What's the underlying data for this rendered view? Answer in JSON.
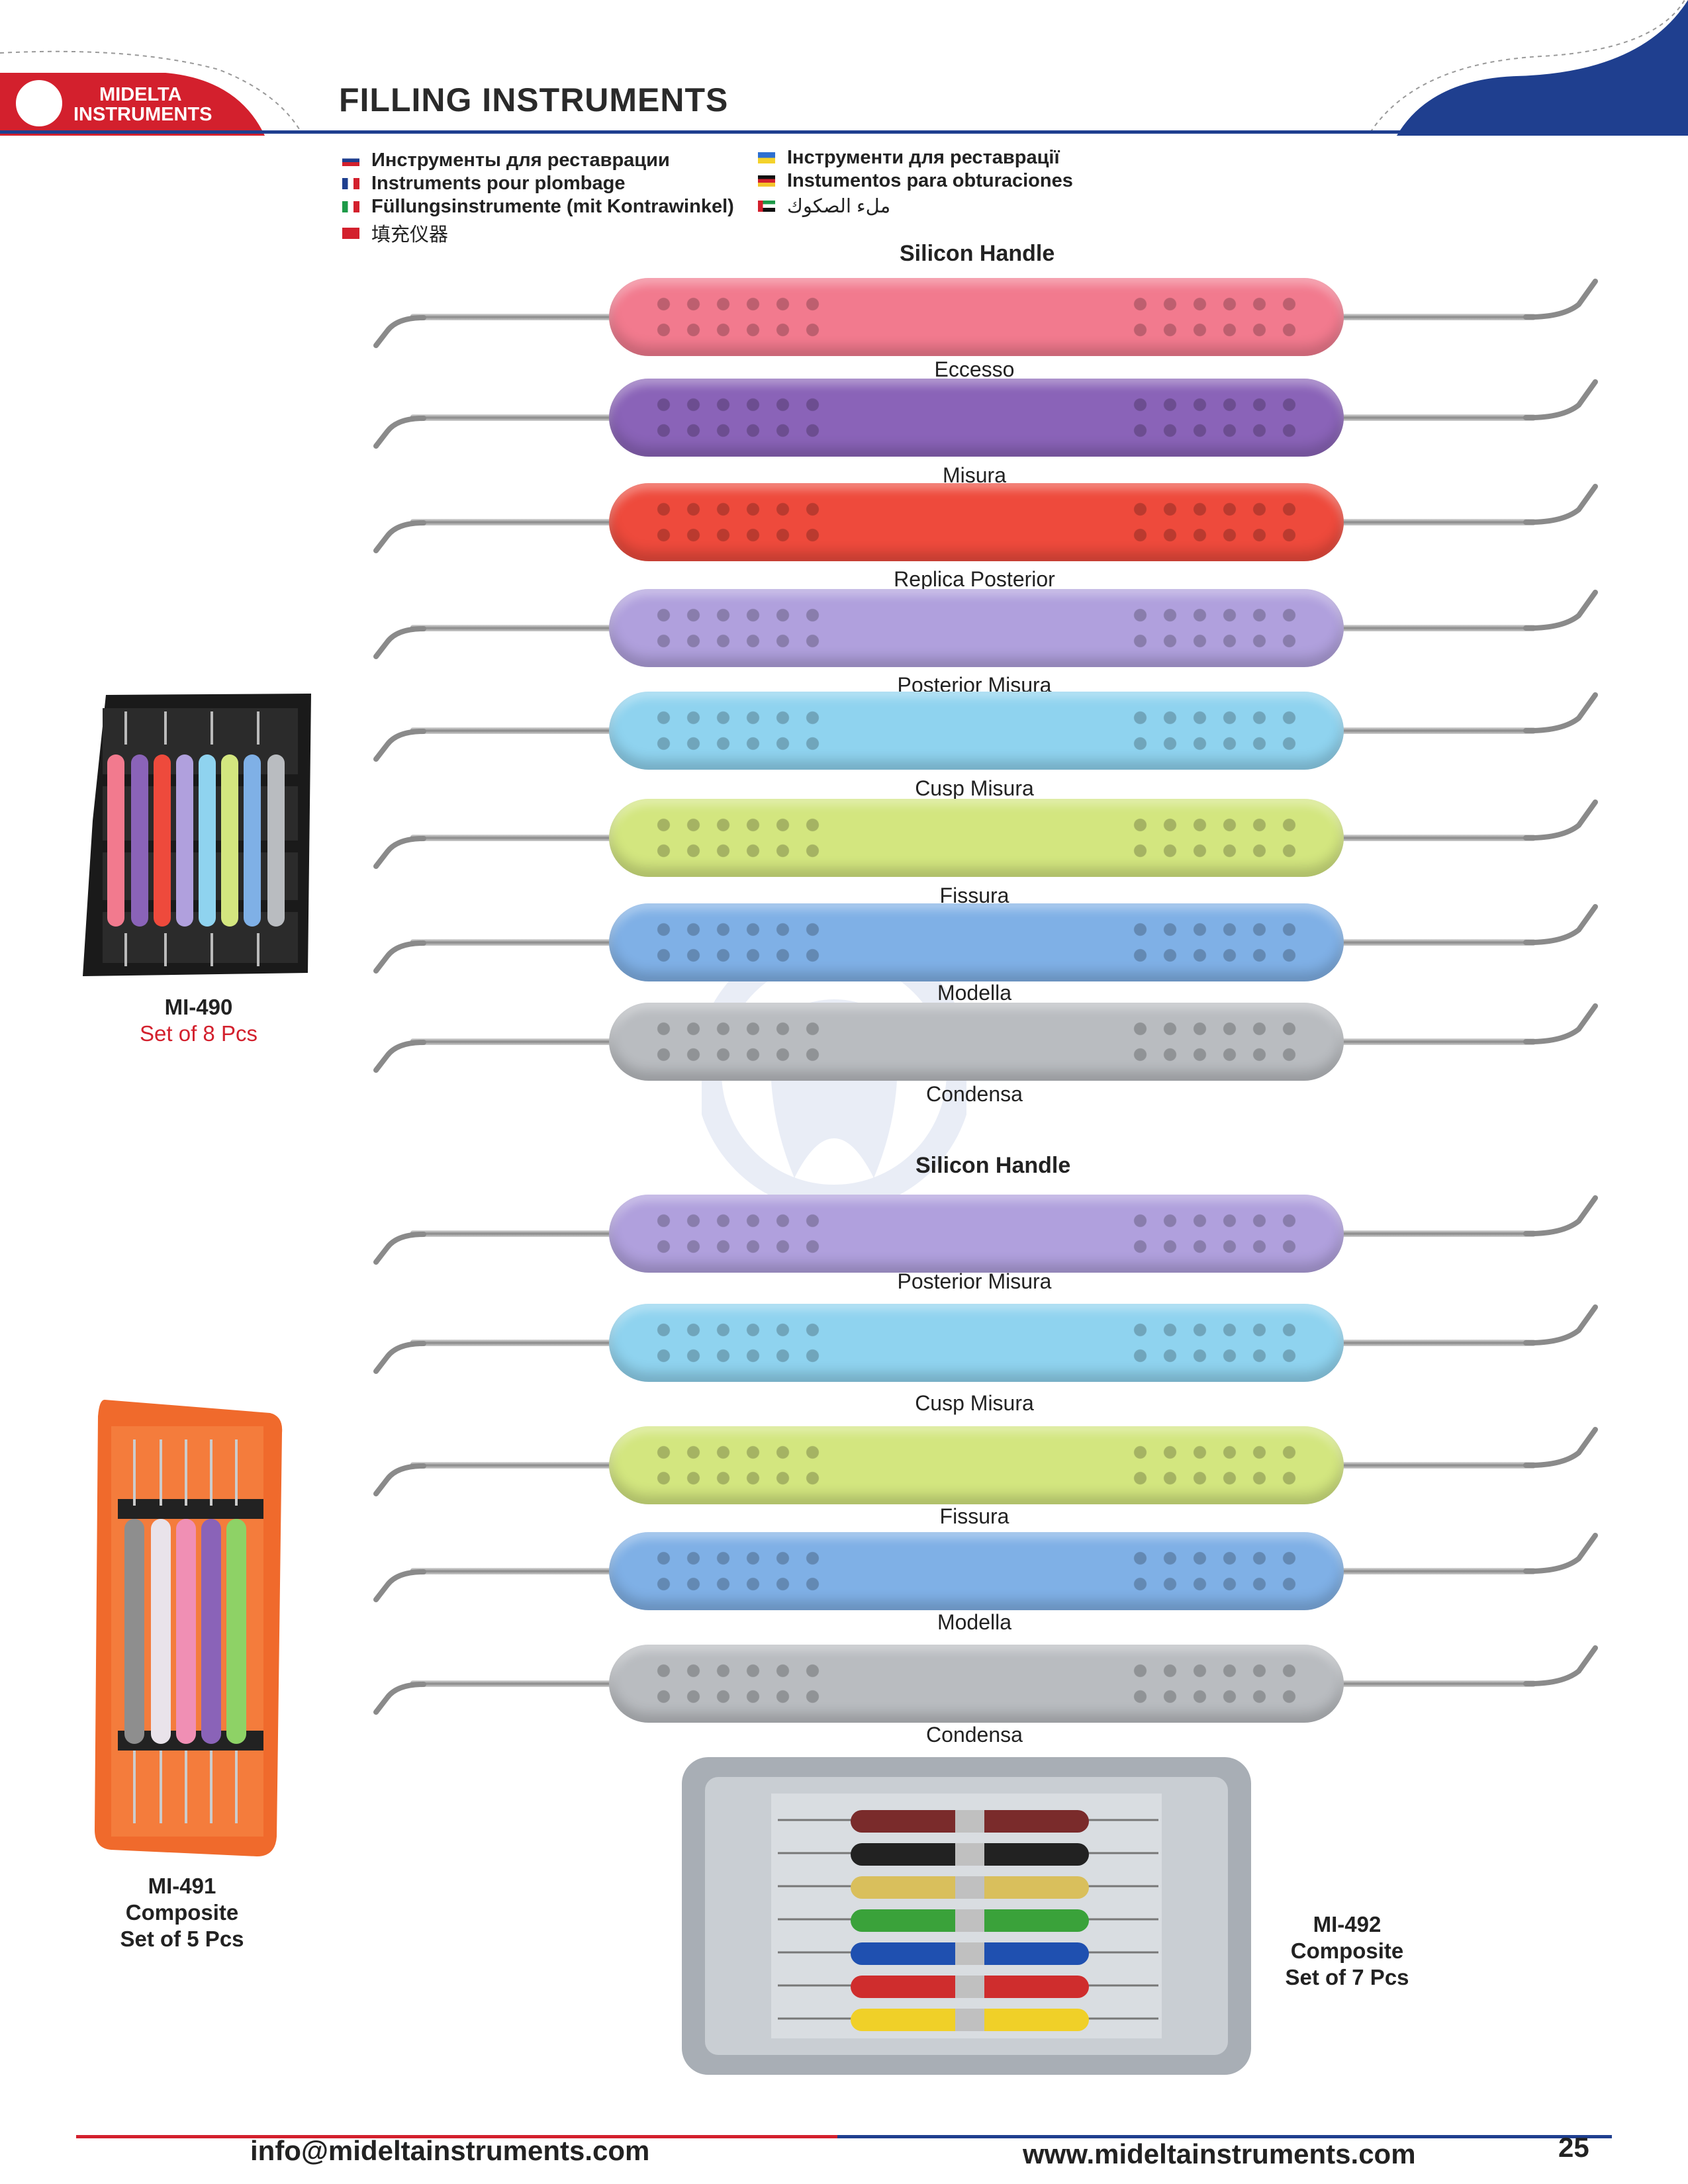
{
  "header": {
    "brand_line1": "MIDELTA",
    "brand_line2": "INSTRUMENTS",
    "title": "FILLING INSTRUMENTS"
  },
  "languages": [
    {
      "text": "Инструменты для реставрации",
      "flag": "russia-flag-icon"
    },
    {
      "text": "Instruments pour plombage",
      "flag": "france-flag-icon"
    },
    {
      "text": "Füllungsinstrumente (mit Kontrawinkel)",
      "flag": "italy-flag-icon"
    },
    {
      "text": "填充仪器",
      "flag": "china-flag-icon"
    },
    {
      "text": "Інструменти для реставрації",
      "flag": "ukraine-flag-icon"
    },
    {
      "text": "Instumentos para obturaciones",
      "flag": "germany-flag-icon"
    },
    {
      "text": "ملء الصكوك",
      "flag": "uae-flag-icon"
    }
  ],
  "section1": {
    "title": "Silicon Handle",
    "instruments": [
      {
        "name": "Eccesso",
        "color": "#f27a8e"
      },
      {
        "name": "Misura",
        "color": "#8a63b8"
      },
      {
        "name": "Replica Posterior",
        "color": "#ee4a3c"
      },
      {
        "name": "Posterior Misura",
        "color": "#b0a0dd"
      },
      {
        "name": "Cusp Misura",
        "color": "#8fd3ef"
      },
      {
        "name": "Fissura",
        "color": "#d3e67f"
      },
      {
        "name": "Modella",
        "color": "#7fb0e6"
      },
      {
        "name": "Condensa",
        "color": "#b9bcc0"
      }
    ]
  },
  "section2": {
    "title": "Silicon Handle",
    "instruments": [
      {
        "name": "Posterior Misura",
        "color": "#b0a0dd"
      },
      {
        "name": "Cusp Misura",
        "color": "#8fd3ef"
      },
      {
        "name": "Fissura",
        "color": "#d3e67f"
      },
      {
        "name": "Modella",
        "color": "#7fb0e6"
      },
      {
        "name": "Condensa",
        "color": "#b9bcc0"
      }
    ]
  },
  "products": {
    "mi490": {
      "code": "MI-490",
      "desc": "Set of 8 Pcs"
    },
    "mi491": {
      "code": "MI-491",
      "line2": "Composite",
      "line3": "Set of 5 Pcs"
    },
    "mi492": {
      "code": "MI-492",
      "line2": "Composite",
      "line3": "Set of 7 Pcs"
    }
  },
  "footer": {
    "email": "info@mideltainstruments.com",
    "website": "www.mideltainstruments.com",
    "page_number": "25"
  },
  "colors": {
    "brand_red": "#d3202d",
    "brand_blue": "#1f3f8f"
  }
}
